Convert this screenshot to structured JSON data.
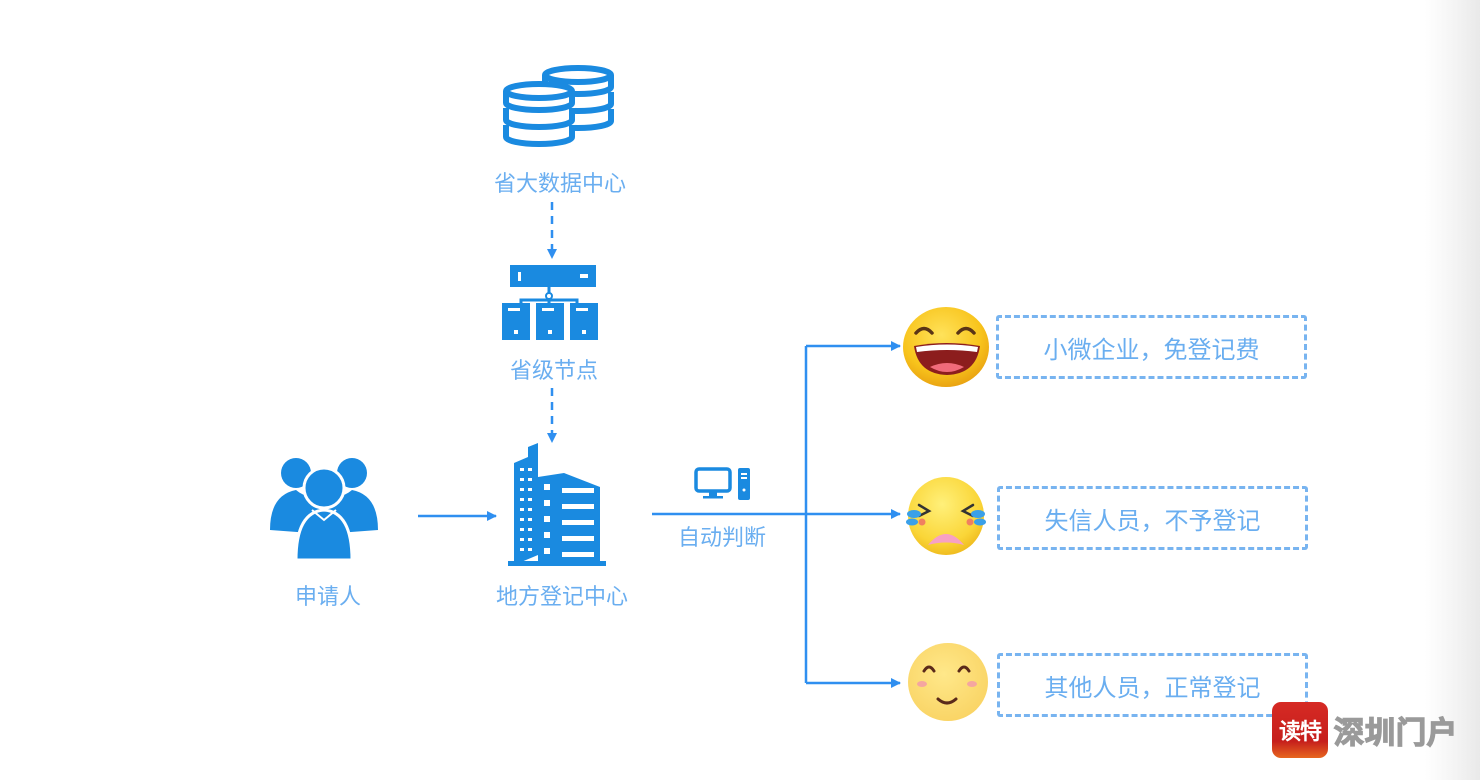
{
  "nodes": {
    "provincial_data_center": "省大数据中心",
    "provincial_node": "省级节点",
    "applicant": "申请人",
    "local_registration_center": "地方登记中心",
    "auto_judgment": "自动判断"
  },
  "outcomes": [
    {
      "text": "小微企业，免登记费",
      "emoji": "laughing-face-icon"
    },
    {
      "text": "失信人员，不予登记",
      "emoji": "crying-face-icon"
    },
    {
      "text": "其他人员，正常登记",
      "emoji": "smiling-face-icon"
    }
  ],
  "watermark": {
    "badge": "读特",
    "text": "深圳门户"
  },
  "colors": {
    "icon_blue": "#1a8ae0",
    "arrow_blue": "#2f8ff0",
    "label_blue": "#6aaef0",
    "dashed_border": "#78b4f0"
  }
}
